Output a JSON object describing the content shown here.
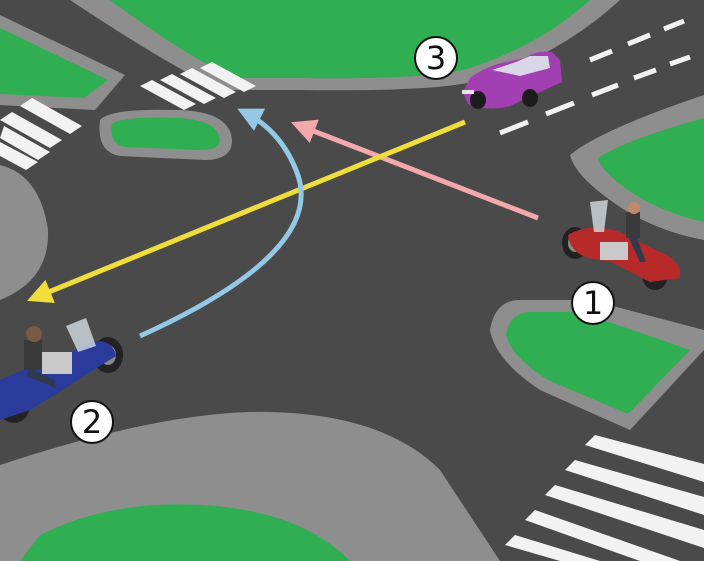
{
  "markers": {
    "vehicle_1": "1",
    "vehicle_2": "2",
    "vehicle_3": "3"
  },
  "colors": {
    "grass": "#2fae52",
    "curb": "#8e8e8e",
    "asphalt": "#4a4a4a",
    "path_vehicle_1": "#f3a8ab",
    "path_vehicle_2": "#93c8e6",
    "path_vehicle_3": "#eedd3a",
    "car_body": "#a23fb2",
    "motorcycle_1_body": "#b62a2a",
    "motorcycle_2_body": "#2a3b9c"
  },
  "icons": {
    "vehicle_1": "motorcycle-icon",
    "vehicle_2": "motorcycle-icon",
    "vehicle_3": "car-icon"
  }
}
